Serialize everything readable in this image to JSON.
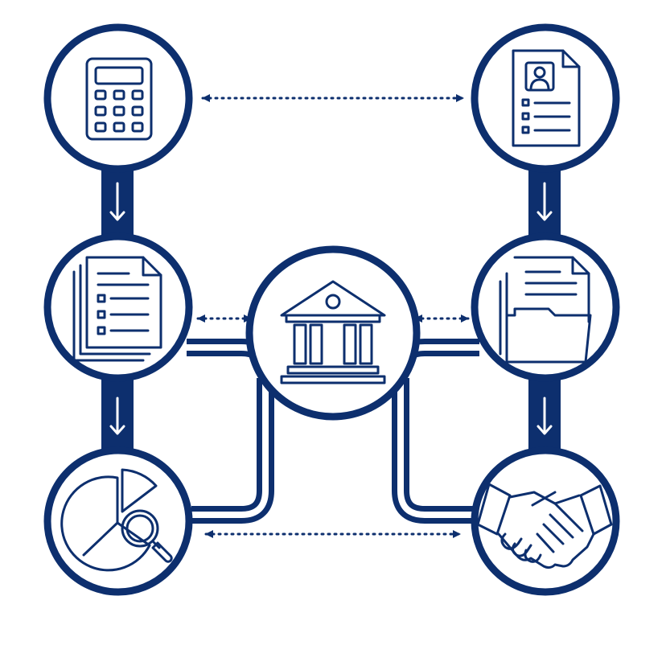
{
  "theme": {
    "primary": "#0d2f6e",
    "background": "#ffffff"
  },
  "diagram": {
    "nodes": [
      {
        "id": "calculator",
        "icon": "calculator-icon"
      },
      {
        "id": "profile-document",
        "icon": "profile-document-icon"
      },
      {
        "id": "documents-checklist",
        "icon": "documents-checklist-icon"
      },
      {
        "id": "bank",
        "icon": "bank-icon"
      },
      {
        "id": "documents-folder",
        "icon": "documents-folder-icon"
      },
      {
        "id": "analytics",
        "icon": "pie-chart-magnifier-icon"
      },
      {
        "id": "handshake",
        "icon": "handshake-icon"
      }
    ],
    "connections": [
      {
        "from": "calculator",
        "to": "profile-document",
        "style": "dotted-bidirectional"
      },
      {
        "from": "calculator",
        "to": "documents-checklist",
        "style": "solid-arrow"
      },
      {
        "from": "documents-checklist",
        "to": "analytics",
        "style": "solid-arrow"
      },
      {
        "from": "profile-document",
        "to": "documents-folder",
        "style": "solid-arrow"
      },
      {
        "from": "documents-folder",
        "to": "handshake",
        "style": "solid-arrow"
      },
      {
        "from": "bank",
        "to": "documents-checklist",
        "style": "dotted-bidirectional"
      },
      {
        "from": "bank",
        "to": "documents-folder",
        "style": "dotted-bidirectional"
      },
      {
        "from": "bank",
        "to": "analytics",
        "style": "solid-line"
      },
      {
        "from": "bank",
        "to": "handshake",
        "style": "solid-line"
      },
      {
        "from": "analytics",
        "to": "handshake",
        "style": "dotted-bidirectional"
      }
    ]
  }
}
